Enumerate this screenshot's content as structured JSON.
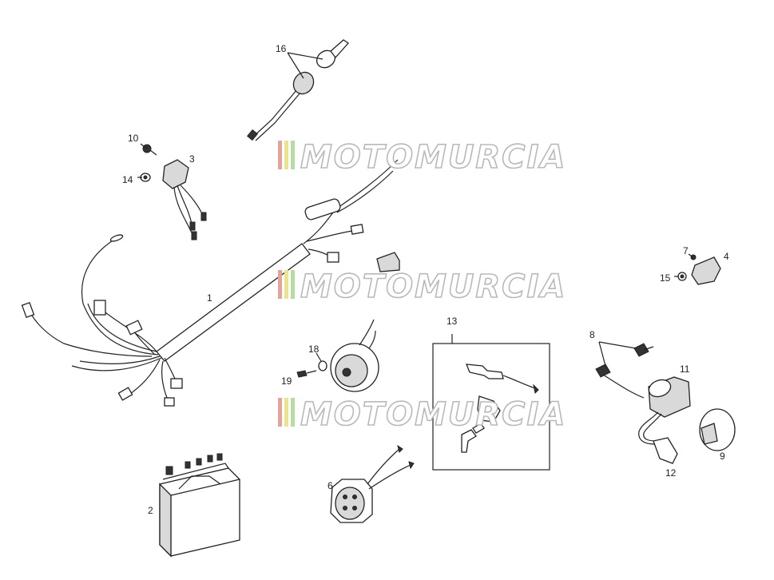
{
  "callouts": {
    "c1": "1",
    "c2": "2",
    "c3": "3",
    "c4": "4",
    "c6": "6",
    "c7": "7",
    "c8": "8",
    "c9": "9",
    "c10": "10",
    "c11": "11",
    "c12": "12",
    "c13": "13",
    "c14": "14",
    "c15": "15",
    "c16": "16",
    "c18": "18",
    "c19": "19"
  },
  "watermark": {
    "text": "MOTOMURCIA",
    "stripe_colors": [
      "#e7a39a",
      "#ece38f",
      "#b5dca3"
    ]
  }
}
